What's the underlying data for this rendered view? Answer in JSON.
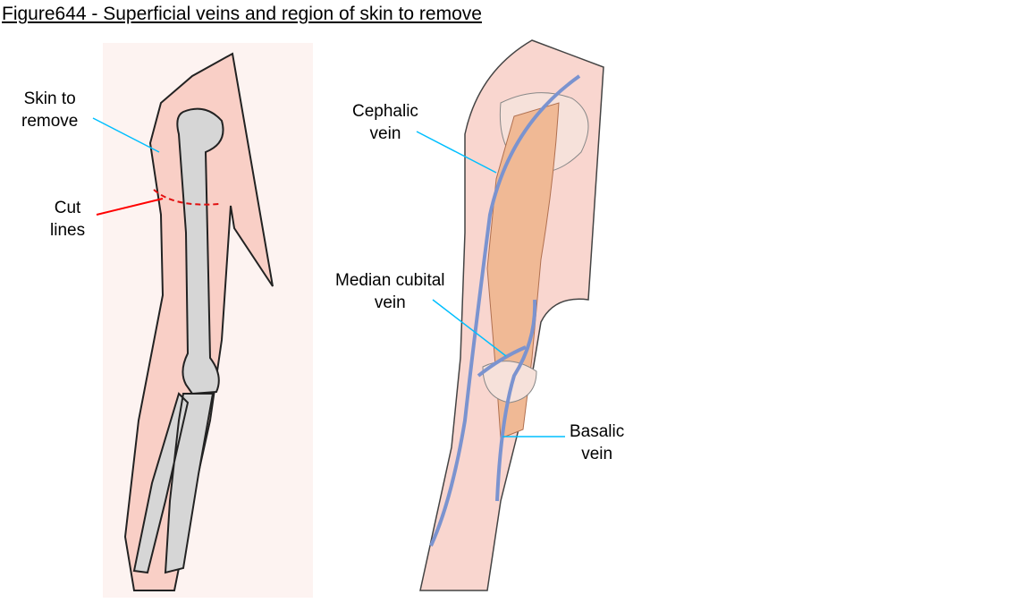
{
  "title": "Figure644 - Superficial veins and region of skin to remove",
  "labels": {
    "skin_to_remove": [
      "Skin to",
      "remove"
    ],
    "cut_lines": [
      "Cut",
      "lines"
    ],
    "cephalic_vein": [
      "Cephalic",
      "vein"
    ],
    "median_cubital_vein": [
      "Median cubital",
      "vein"
    ],
    "basalic_vein": [
      "Basalic",
      "vein"
    ]
  },
  "colors": {
    "skin": "#f9cfc6",
    "bone": "#d9d9d9",
    "vein": "#7b93cf",
    "muscle": "#f0b995",
    "pointer_cyan": "#00bfff",
    "pointer_red": "#ff0000"
  }
}
